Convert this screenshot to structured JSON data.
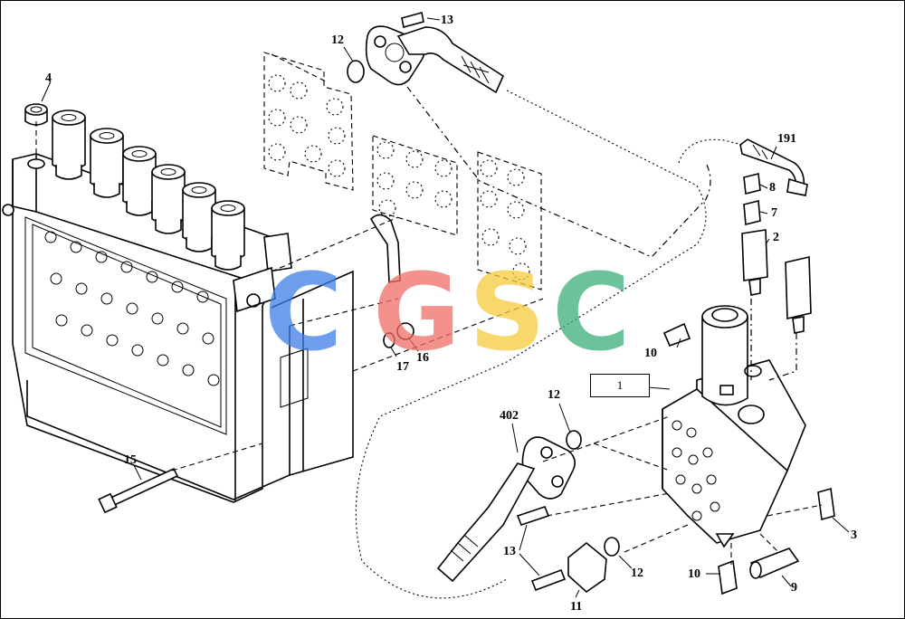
{
  "diagram": {
    "part_numbers": [
      {
        "id": "p4",
        "text": "4"
      },
      {
        "id": "p12a",
        "text": "12"
      },
      {
        "id": "p13a",
        "text": "13"
      },
      {
        "id": "p191",
        "text": "191"
      },
      {
        "id": "p8",
        "text": "8"
      },
      {
        "id": "p7",
        "text": "7"
      },
      {
        "id": "p2",
        "text": "2"
      },
      {
        "id": "p10a",
        "text": "10"
      },
      {
        "id": "p17",
        "text": "17"
      },
      {
        "id": "p16",
        "text": "16"
      },
      {
        "id": "p12b",
        "text": "12"
      },
      {
        "id": "p402",
        "text": "402"
      },
      {
        "id": "p15",
        "text": "15"
      },
      {
        "id": "p13b",
        "text": "13"
      },
      {
        "id": "p12c",
        "text": "12"
      },
      {
        "id": "p11",
        "text": "11"
      },
      {
        "id": "p10b",
        "text": "10"
      },
      {
        "id": "p9",
        "text": "9"
      },
      {
        "id": "p3",
        "text": "3"
      }
    ],
    "box_label": "1"
  },
  "watermark": {
    "text": "CGSC",
    "letters": [
      "C",
      "G",
      "S",
      "C"
    ],
    "colors": [
      "#3f7fe6",
      "#ef6d68",
      "#f6cc3c",
      "#3bb07a"
    ]
  }
}
